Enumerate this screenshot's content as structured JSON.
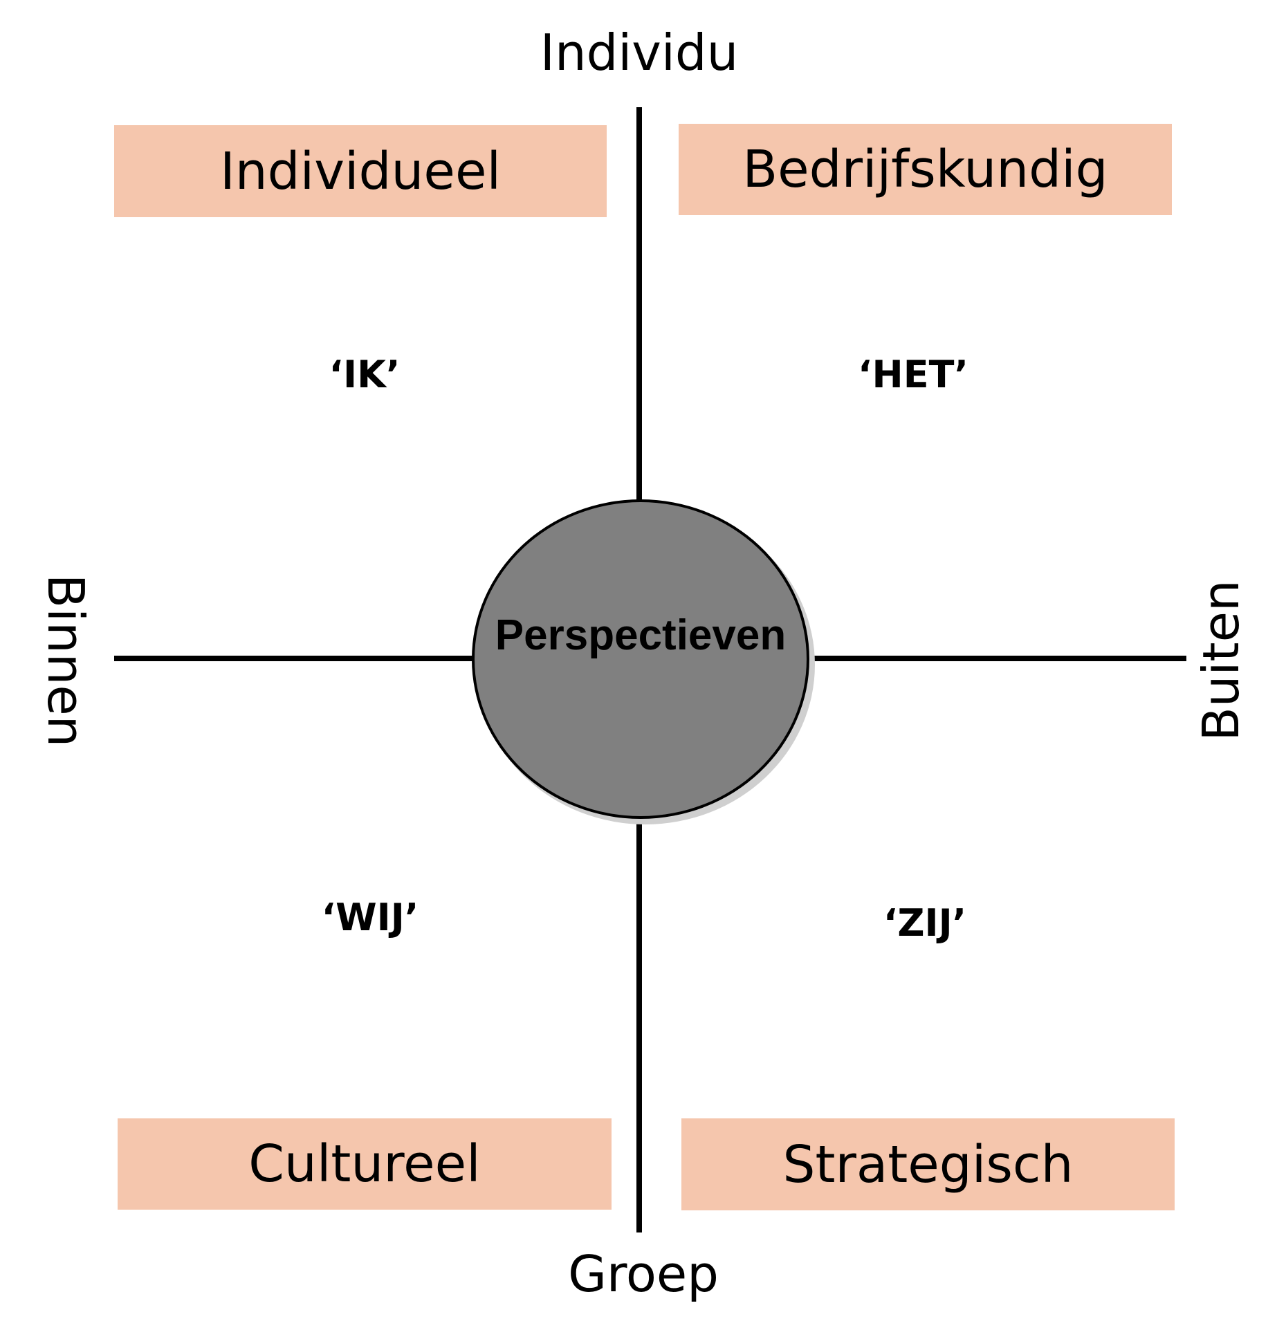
{
  "axes": {
    "top": "Individu",
    "bottom": "Groep",
    "left": "Binnen",
    "right": "Buiten"
  },
  "quadrants": {
    "top_left": {
      "title": "Individueel",
      "pronoun": "‘IK’"
    },
    "top_right": {
      "title": "Bedrijfskundig",
      "pronoun": "‘HET’"
    },
    "bottom_left": {
      "title": "Cultureel",
      "pronoun": "‘WIJ’"
    },
    "bottom_right": {
      "title": "Strategisch",
      "pronoun": "‘ZIJ’"
    }
  },
  "center": {
    "label": "Perspectieven"
  },
  "colors": {
    "box_fill": "#f5c6ad",
    "circle_fill": "#808080",
    "line": "#000000"
  }
}
